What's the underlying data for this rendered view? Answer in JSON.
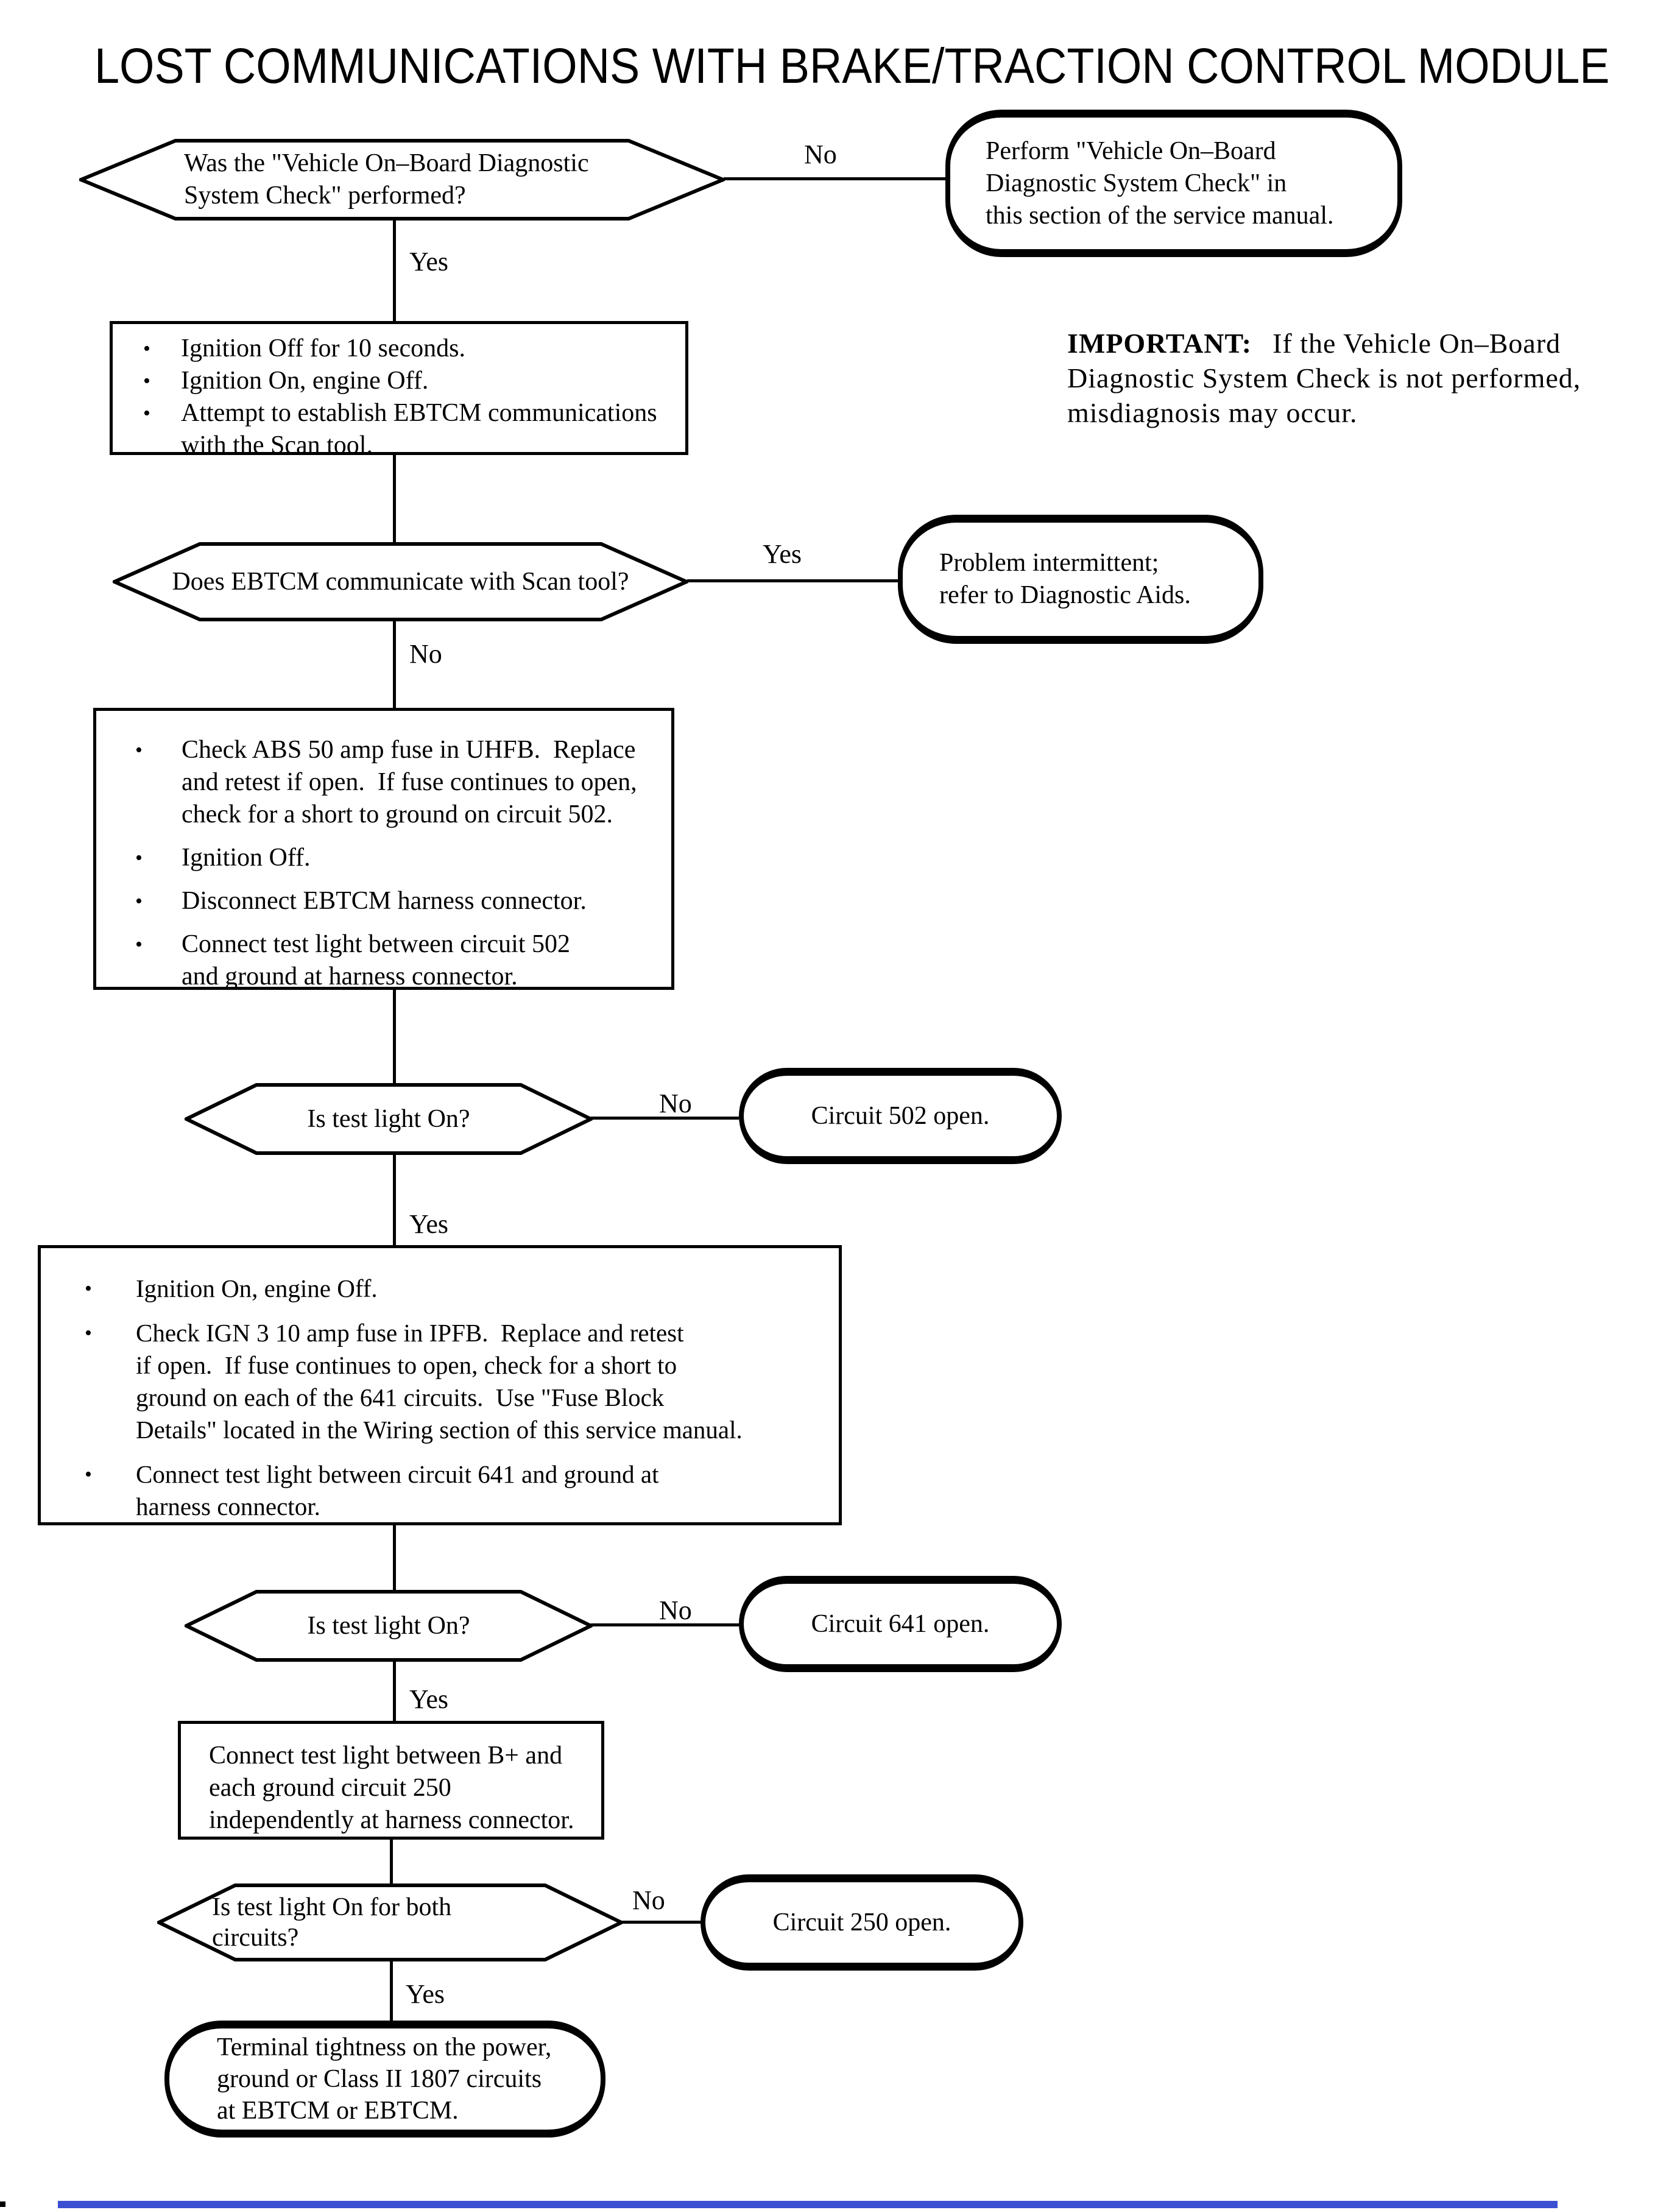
{
  "title": "LOST COMMUNICATIONS WITH BRAKE/TRACTION CONTROL MODULE",
  "labels": {
    "yes": "Yes",
    "no": "No",
    "bullet": "•"
  },
  "colors": {
    "ink": "#000000",
    "paper": "#ffffff",
    "accent_bar": "#3c4fd2"
  },
  "important": {
    "label": "IMPORTANT:",
    "text": "If the Vehicle On–Board Diagnostic System Check is not performed, misdiagnosis may occur."
  },
  "nodes": {
    "q1": {
      "lines": [
        "Was the \"Vehicle On–Board Diagnostic",
        "System Check\" performed?"
      ]
    },
    "perform_check": {
      "lines": [
        "Perform \"Vehicle On–Board",
        "Diagnostic System Check\" in",
        "this section of the service manual."
      ]
    },
    "step1": {
      "items": [
        {
          "lines": [
            "Ignition Off for 10 seconds."
          ]
        },
        {
          "lines": [
            "Ignition On, engine Off."
          ]
        },
        {
          "lines": [
            "Attempt to establish EBTCM communications",
            "with the Scan tool."
          ]
        }
      ]
    },
    "q2": {
      "text": "Does EBTCM communicate with Scan tool?"
    },
    "intermittent": {
      "lines": [
        "Problem intermittent;",
        "refer to Diagnostic Aids."
      ]
    },
    "step2": {
      "items": [
        {
          "lines": [
            "Check ABS 50 amp fuse in UHFB.  Replace",
            "and retest if open.  If fuse continues to open,",
            "check for a short to ground on circuit 502."
          ]
        },
        {
          "lines": [
            "Ignition Off."
          ]
        },
        {
          "lines": [
            "Disconnect EBTCM harness connector."
          ]
        },
        {
          "lines": [
            "Connect test light between circuit 502",
            "and ground at harness connector."
          ]
        }
      ]
    },
    "q3": {
      "text": "Is test light On?"
    },
    "circuit502": {
      "text": "Circuit 502 open."
    },
    "step3": {
      "items": [
        {
          "lines": [
            "Ignition On, engine Off."
          ]
        },
        {
          "lines": [
            "Check IGN 3 10 amp fuse in IPFB.  Replace and retest",
            "if open.  If fuse continues to open, check for a short to",
            "ground on each of the 641 circuits.  Use \"Fuse Block",
            "Details\" located in the Wiring section of this service manual."
          ]
        },
        {
          "lines": [
            "Connect test light between circuit 641 and ground at",
            "harness connector."
          ]
        }
      ]
    },
    "q4": {
      "text": "Is test light On?"
    },
    "circuit641": {
      "text": "Circuit 641 open."
    },
    "step4": {
      "lines": [
        "Connect test light between B+ and",
        "each ground circuit 250",
        "independently at harness connector."
      ]
    },
    "q5": {
      "lines": [
        "Is test light On for both",
        "circuits?"
      ]
    },
    "circuit250": {
      "text": "Circuit 250 open."
    },
    "terminal": {
      "lines": [
        "Terminal tightness on the power,",
        "ground or Class II 1807 circuits",
        "at EBTCM or EBTCM."
      ]
    }
  }
}
